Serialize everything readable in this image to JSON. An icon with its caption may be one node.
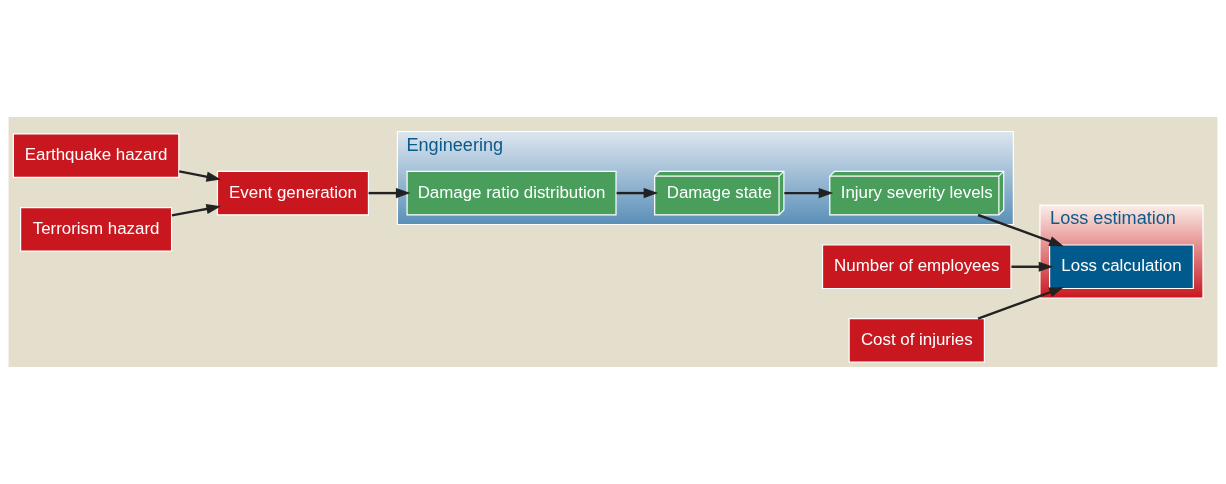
{
  "diagram": {
    "nodes": [
      {
        "text": [
          "Earthquake hazard"
        ]
      },
      {
        "text": [
          "Event generation"
        ]
      },
      {
        "text": [
          "Terrorism hazard"
        ]
      },
      {
        "text": [
          "Engineering"
        ]
      },
      {
        "text": [
          "Damage ratio distribution"
        ],
        "in": 3
      },
      {
        "text": [
          "Damage state"
        ],
        "in": 3
      },
      {
        "text": [
          "Injury severity levels"
        ],
        "in": 3
      },
      {
        "text": [
          "Loss estimation"
        ]
      },
      {
        "text": [
          "Loss calculation"
        ],
        "in": 7
      },
      {
        "text": [
          "Number of employees"
        ]
      },
      {
        "text": [
          "Cost of injuries"
        ]
      }
    ],
    "edges": [
      {
        "from": 0,
        "to": 1,
        "arrow": "to"
      },
      {
        "from": 2,
        "to": 1,
        "arrow": "to"
      },
      {
        "from": 1,
        "to": 4,
        "arrow": "to"
      },
      {
        "from": 4,
        "to": 5,
        "arrow": "to"
      },
      {
        "from": 5,
        "to": 6,
        "arrow": "to"
      },
      {
        "from": 6,
        "to": 8,
        "arrow": "to"
      },
      {
        "from": 9,
        "to": 8,
        "arrow": "to"
      },
      {
        "from": 10,
        "to": 8,
        "arrow": "to"
      }
    ]
  }
}
